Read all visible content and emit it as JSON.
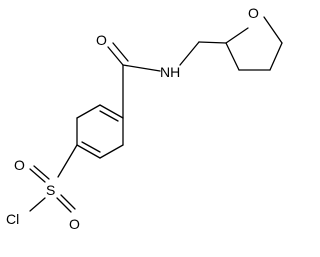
{
  "structure": {
    "atoms": {
      "carbonyl_oxygen": "O",
      "amide_nitrogen": "NH",
      "ring_oxygen": "O",
      "sulfur": "S",
      "sulfonyl_oxygen_top": "O",
      "sulfonyl_oxygen_bottom": "O",
      "chlorine": "Cl"
    },
    "colors": {
      "bonds": "#000000",
      "labels": "#000000",
      "background": "#ffffff"
    }
  }
}
